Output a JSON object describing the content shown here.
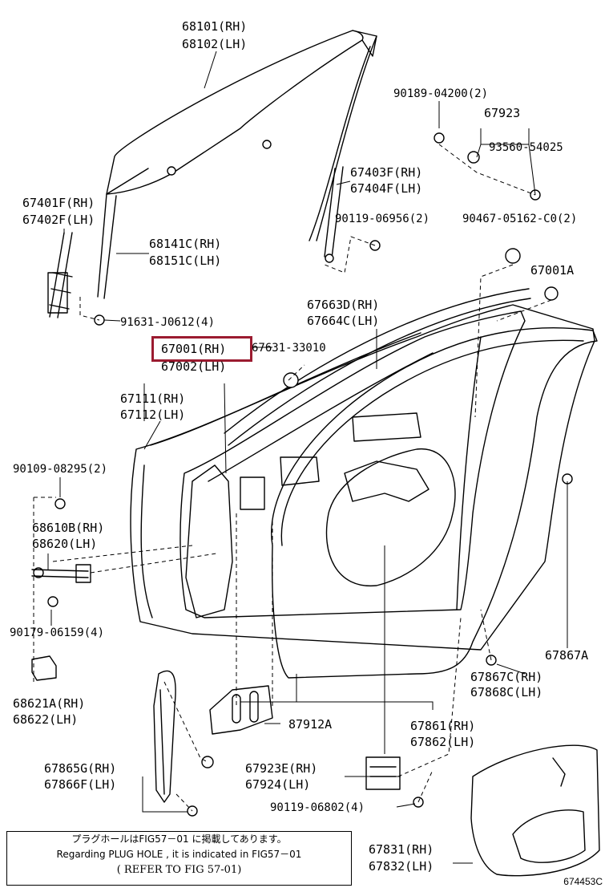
{
  "highlight_color": "#9b1b30",
  "labels": {
    "p68101": "68101(RH)",
    "p68102": "68102(LH)",
    "p90189": "90189-04200(2)",
    "p67923": "67923",
    "p93560": "93560-54025",
    "p67403f": "67403F(RH)",
    "p67404f": "67404F(LH)",
    "p67401f": "67401F(RH)",
    "p67402f": "67402F(LH)",
    "p90119a": "90119-06956(2)",
    "p90467": "90467-05162-C0(2)",
    "p68141c": "68141C(RH)",
    "p68151c": "68151C(LH)",
    "p67001a": "67001A",
    "p91631": "91631-J0612(4)",
    "p67663d": "67663D(RH)",
    "p67664c": "67664C(LH)",
    "p67001": "67001(RH)",
    "p67002": "67002(LH)",
    "p67631": "67631-33010",
    "p67111": "67111(RH)",
    "p67112": "67112(LH)",
    "p90109": "90109-08295(2)",
    "p68610b": "68610B(RH)",
    "p68620": "68620(LH)",
    "p90179": "90179-06159(4)",
    "p67867a": "67867A",
    "p67867c": "67867C(RH)",
    "p67868c": "67868C(LH)",
    "p68621a": "68621A(RH)",
    "p68622": "68622(LH)",
    "p87912a": "87912A",
    "p67861": "67861(RH)",
    "p67862": "67862(LH)",
    "p67865g": "67865G(RH)",
    "p67866f": "67866F(LH)",
    "p67923e": "67923E(RH)",
    "p67924": "67924(LH)",
    "p90119b": "90119-06802(4)",
    "p67831": "67831(RH)",
    "p67832": "67832(LH)"
  },
  "note": {
    "line1": "プラグホールはFIG57－01 に掲載してあります。",
    "line2": "Regarding PLUG HOLE , it is indicated in FIG57－01",
    "line3": "( REFER TO FIG 57-01)"
  },
  "figure_number": "674453C"
}
